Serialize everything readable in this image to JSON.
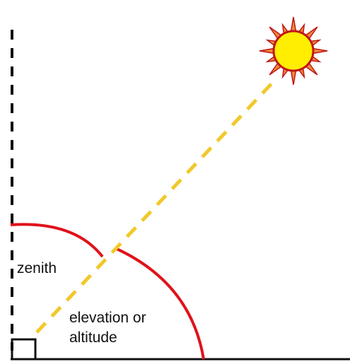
{
  "labels": {
    "zenith": "zenith",
    "elevation_line1": "elevation or",
    "elevation_line2": "altitude"
  },
  "colors": {
    "vertical_dashes": "#111111",
    "horizon": "#111111",
    "arc": "#e0121b",
    "sun_ray_line": "#f2c82a",
    "sun_disc": "#ffee00",
    "sun_disc_outline": "#c01818",
    "sun_rays_fill": "#f08a3a",
    "sun_rays_outline": "#c01818"
  },
  "icons": {
    "sun": "sun-icon",
    "right_angle": "right-angle-marker"
  }
}
